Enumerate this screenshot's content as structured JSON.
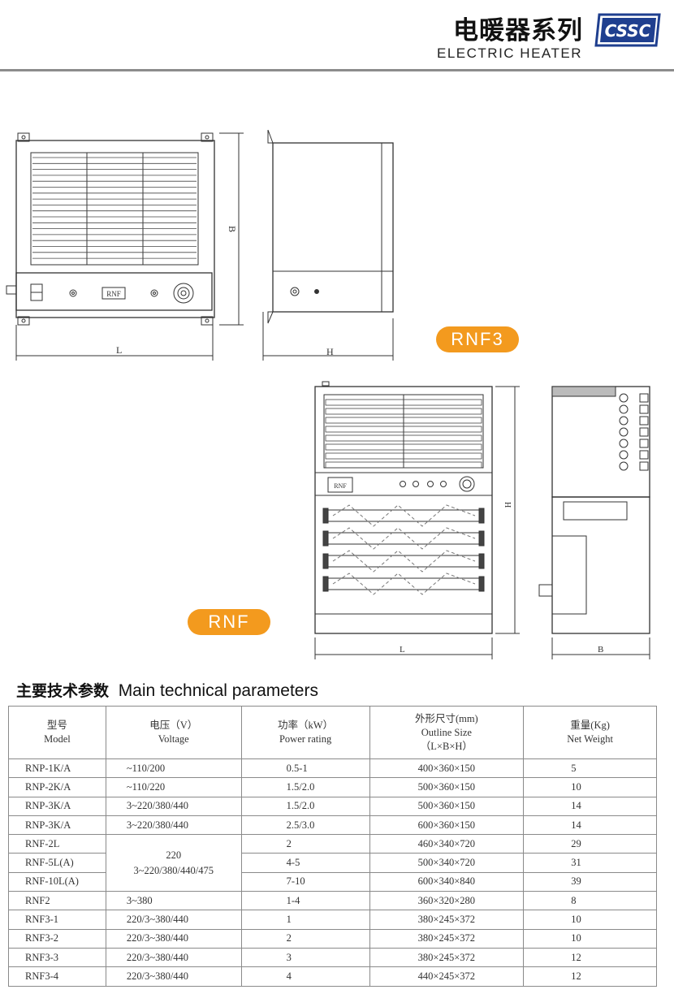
{
  "header": {
    "title_cn": "电暖器系列",
    "title_en": "ELECTRIC HEATER",
    "logo_text": "CSSC",
    "logo_color": "#1f3f8f"
  },
  "drawings": {
    "rnf3": {
      "tag": "RNF3",
      "panel_label": "RNF",
      "dim_L": "L",
      "dim_B": "B",
      "dim_H": "H"
    },
    "rnf": {
      "tag": "RNF",
      "panel_label": "RNF",
      "dim_L": "L",
      "dim_H": "H",
      "dim_B": "B"
    },
    "tag_color": "#f39a1e"
  },
  "section": {
    "title_cn": "主要技术参数",
    "title_en": "Main technical parameters"
  },
  "table": {
    "headers": [
      {
        "cn": "型号",
        "en": "Model"
      },
      {
        "cn": "电压（V）",
        "en": "Voltage"
      },
      {
        "cn": "功率（kW）",
        "en": "Power rating"
      },
      {
        "cn": "外形尺寸(mm)",
        "en": "Outline Size",
        "en2": "（L×B×H）"
      },
      {
        "cn": "重量(Kg)",
        "en": "Net Weight"
      }
    ],
    "rows": [
      {
        "model": "RNP-1K/A",
        "voltage": "~110/200",
        "power": "0.5-1",
        "size": "400×360×150",
        "weight": "5"
      },
      {
        "model": "RNP-2K/A",
        "voltage": "~110/220",
        "power": "1.5/2.0",
        "size": "500×360×150",
        "weight": "10"
      },
      {
        "model": "RNP-3K/A",
        "voltage": "3~220/380/440",
        "power": "1.5/2.0",
        "size": "500×360×150",
        "weight": "14"
      },
      {
        "model": "RNP-3K/A",
        "voltage": "3~220/380/440",
        "power": "2.5/3.0",
        "size": "600×360×150",
        "weight": "14"
      },
      {
        "model": "RNF-2L",
        "voltage": "",
        "power": "2",
        "size": "460×340×720",
        "weight": "29"
      },
      {
        "model": "RNF-5L(A)",
        "voltage": "",
        "power": "4-5",
        "size": "500×340×720",
        "weight": "31"
      },
      {
        "model": "RNF-10L(A)",
        "voltage": "",
        "power": "7-10",
        "size": "600×340×840",
        "weight": "39"
      },
      {
        "model": "RNF2",
        "voltage": "3~380",
        "power": "1-4",
        "size": "360×320×280",
        "weight": "8"
      },
      {
        "model": "RNF3-1",
        "voltage": "220/3~380/440",
        "power": "1",
        "size": "380×245×372",
        "weight": "10"
      },
      {
        "model": "RNF3-2",
        "voltage": "220/3~380/440",
        "power": "2",
        "size": "380×245×372",
        "weight": "10"
      },
      {
        "model": "RNF3-3",
        "voltage": "220/3~380/440",
        "power": "3",
        "size": "380×245×372",
        "weight": "12"
      },
      {
        "model": "RNF3-4",
        "voltage": "220/3~380/440",
        "power": "4",
        "size": "440×245×372",
        "weight": "12"
      }
    ],
    "merged_voltage": {
      "line1": "220",
      "line2": "3~220/380/440/475"
    }
  }
}
